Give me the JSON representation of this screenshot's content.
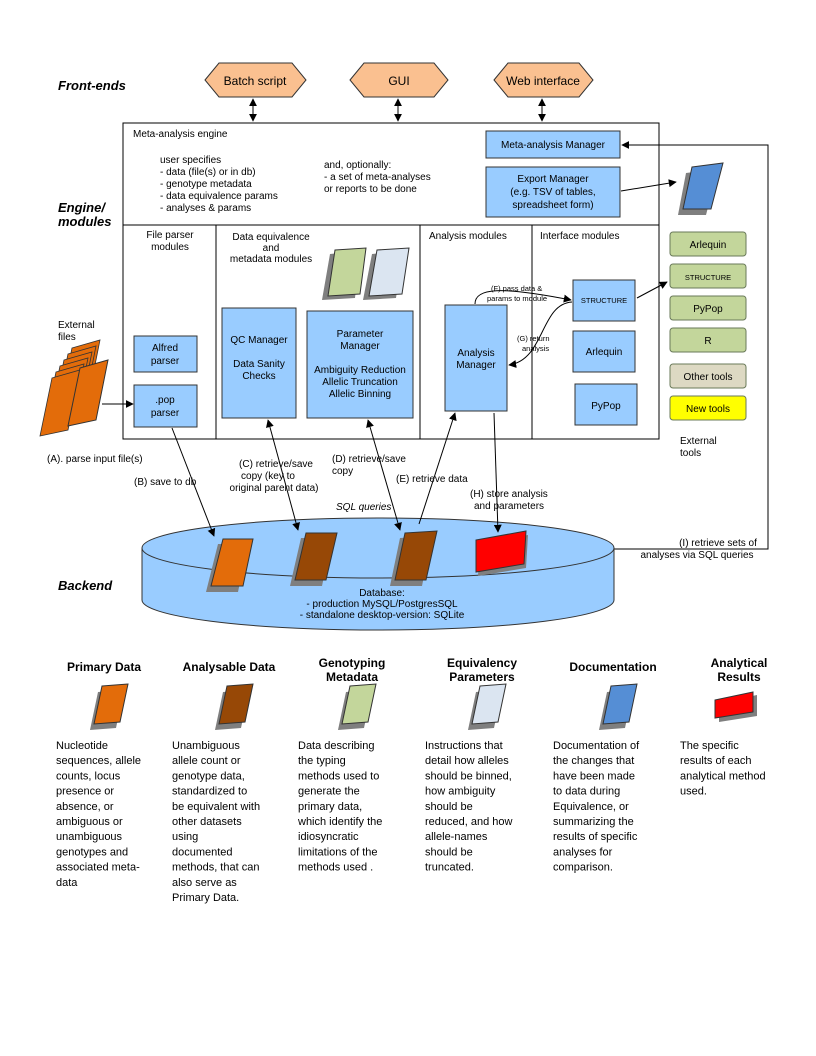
{
  "rows": {
    "front_ends": "Front-ends",
    "engine_1": "Engine/",
    "engine_2": "modules",
    "backend": "Backend"
  },
  "front_ends": [
    "Batch script",
    "GUI",
    "Web interface"
  ],
  "engine": {
    "title": "Meta-analysis engine",
    "user_specifies": [
      "user specifies",
      "- data (file(s) or in db)",
      "- genotype metadata",
      "- data equivalence params",
      "- analyses & params"
    ],
    "optionally": [
      "and, optionally:",
      "- a set of meta-analyses",
      "  or reports to be done"
    ],
    "manager": "Meta-analysis Manager",
    "export": [
      "Export Manager",
      "(e.g. TSV of tables,",
      "spreadsheet form)"
    ]
  },
  "modules": {
    "file_parser_title": [
      "File parser",
      "modules"
    ],
    "alfred": [
      "Alfred",
      "parser"
    ],
    "pop": [
      ".pop",
      "parser"
    ],
    "data_equiv_title": [
      "Data equivalence",
      "and",
      "metadata modules"
    ],
    "qc": [
      "QC Manager",
      "",
      "Data Sanity",
      "Checks"
    ],
    "param": [
      "Parameter",
      "Manager",
      "",
      "Ambiguity Reduction",
      "Allelic Truncation",
      "Allelic Binning"
    ],
    "analysis_title": "Analysis modules",
    "analysis_manager": [
      "Analysis",
      "Manager"
    ],
    "interface_title": "Interface modules",
    "structure": "STRUCTURE",
    "arlequin": "Arlequin",
    "pypop": "PyPop"
  },
  "external_files": [
    "External",
    "files"
  ],
  "external_tools_label": [
    "External",
    "tools"
  ],
  "external_tools": [
    {
      "label": "Arlequin",
      "color": "#c3d69b"
    },
    {
      "label": "STRUCTURE",
      "color": "#c3d69b"
    },
    {
      "label": "PyPop",
      "color": "#c3d69b"
    },
    {
      "label": "R",
      "color": "#c3d69b"
    },
    {
      "label": "Other tools",
      "color": "#ddd9c3"
    },
    {
      "label": "New tools",
      "color": "#ffff00"
    }
  ],
  "flow_labels": {
    "a": "(A). parse input file(s)",
    "b": "(B) save to db",
    "c": [
      "(C) retrieve/save",
      "copy (key to",
      "original parent data)"
    ],
    "d": [
      "(D) retrieve/save",
      "copy"
    ],
    "e": "(E) retrieve data",
    "f": [
      "(F) pass data &",
      "params to module"
    ],
    "g": [
      "(G) return",
      "analysis"
    ],
    "h": [
      "(H) store analysis",
      "and parameters"
    ],
    "i": [
      "(I) retrieve sets of",
      "analyses via SQL queries"
    ],
    "sql": "SQL queries"
  },
  "database": [
    "Database:",
    "- production  MySQL/PostgresSQL",
    "- standalone desktop-version: SQLite"
  ],
  "legend": [
    {
      "title": [
        "Primary Data"
      ],
      "color": "#e36c0a",
      "desc": [
        "Nucleotide",
        "sequences, allele",
        "counts, locus",
        "presence or",
        "absence, or",
        "ambiguous or",
        "unambiguous",
        "genotypes and",
        "associated meta-",
        "data"
      ]
    },
    {
      "title": [
        "Analysable Data"
      ],
      "color": "#974806",
      "desc": [
        "Unambiguous",
        "allele count or",
        "genotype data,",
        "standardized to",
        "be equivalent with",
        "other datasets",
        "using",
        "documented",
        "methods, that can",
        "also serve as",
        "Primary Data."
      ]
    },
    {
      "title": [
        "Genotyping",
        "Metadata"
      ],
      "color": "#c3d69b",
      "desc": [
        "Data describing",
        "the typing",
        "methods used to",
        "generate the",
        "primary data,",
        "which identify the",
        "idiosyncratic",
        "limitations of the",
        "methods used ."
      ]
    },
    {
      "title": [
        "Equivalency",
        "Parameters"
      ],
      "color": "#dbe5f1",
      "desc": [
        "Instructions that",
        "detail how alleles",
        "should be binned,",
        "how ambiguity",
        "should be",
        "reduced, and how",
        "allele-names",
        "should be",
        "truncated."
      ]
    },
    {
      "title": [
        "Documentation"
      ],
      "color": "#558ed5",
      "desc": [
        "Documentation of",
        "the changes that",
        "have been made",
        "to data during",
        "Equivalence, or",
        "summarizing the",
        "results of specific",
        "analyses for",
        "comparison."
      ]
    },
    {
      "title": [
        "Analytical",
        "Results"
      ],
      "color": "#ff0000",
      "desc": [
        "The specific",
        "results of each",
        "analytical method",
        "used."
      ]
    }
  ]
}
